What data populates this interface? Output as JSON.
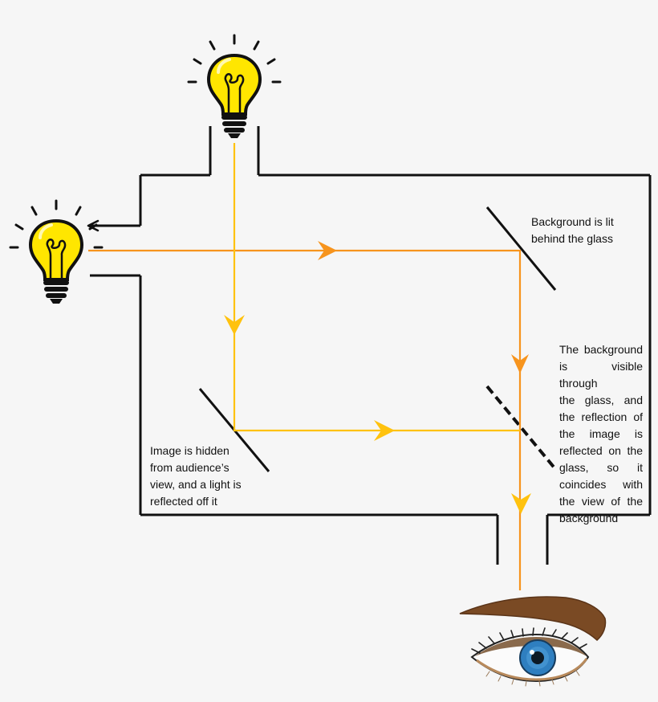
{
  "labels": {
    "background_lit": [
      "Background is lit",
      "behind the glass"
    ],
    "background_visible": [
      "The background",
      "is visible through",
      "the glass, and",
      "the reflection of",
      "the image is",
      "reflected on the",
      "glass, so it",
      "coincides with",
      "the view of the",
      "background"
    ],
    "image_hidden": [
      "Image is hidden",
      "from audience’s",
      "view, and a light is",
      "reflected off it"
    ]
  },
  "colors": {
    "background": "#f6f6f6",
    "box_outline": "#111111",
    "ray_orange": "#f7941d",
    "ray_yellow": "#ffc20e",
    "bulb_glass": "#ffe600",
    "iris": "#2f7fc0",
    "eyebrow": "#7a4a24"
  },
  "icons": [
    "lightbulb-icon",
    "lightbulb-icon",
    "eye-icon"
  ]
}
